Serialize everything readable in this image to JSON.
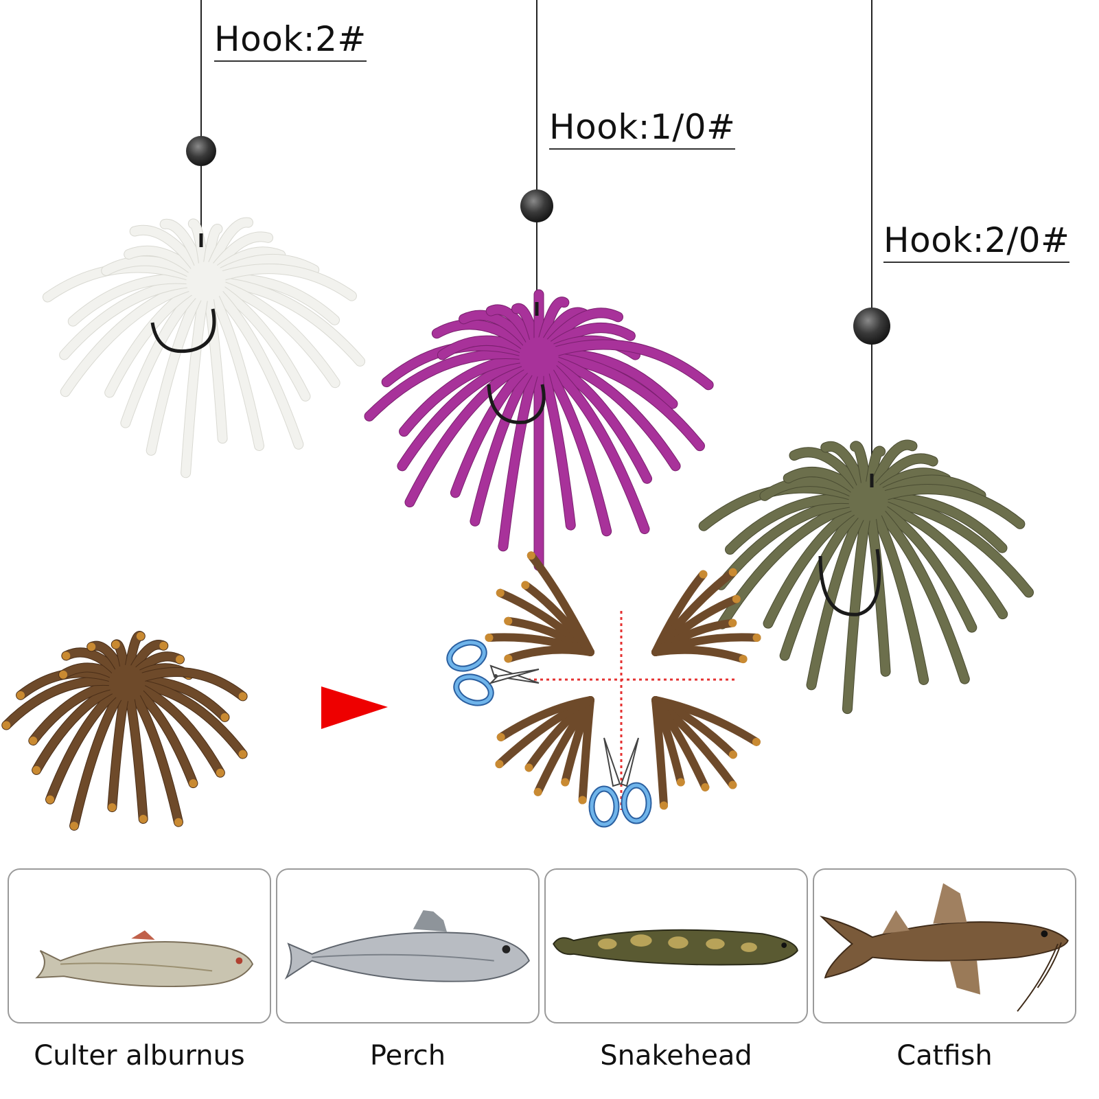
{
  "hooks": [
    {
      "label": "Hook:2#",
      "color": "#f2f2ee"
    },
    {
      "label": "Hook:1/0#",
      "color": "#a8329a"
    },
    {
      "label": "Hook:2/0#",
      "color": "#6c6f4c"
    }
  ],
  "trim_demo": {
    "skirt_color": "#6e4a2a",
    "tip_color": "#c98a32",
    "arrow_color": "#ee0000",
    "cut_line_color": "#e53030",
    "scissors_color": "#6fb4ea"
  },
  "fish": [
    {
      "name": "Culter alburnus",
      "icon": "fish-icon"
    },
    {
      "name": "Perch",
      "icon": "fish-icon"
    },
    {
      "name": "Snakehead",
      "icon": "fish-icon"
    },
    {
      "name": "Catfish",
      "icon": "fish-icon"
    }
  ]
}
